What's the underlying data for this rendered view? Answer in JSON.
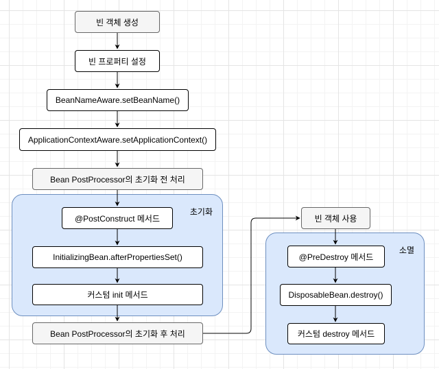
{
  "colors": {
    "group_fill": "#dae8fc",
    "group_stroke": "#6c8ebf",
    "gray_fill": "#f5f5f5",
    "white_fill": "#ffffff",
    "edge": "#000000"
  },
  "groups": {
    "init": {
      "label": "초기화"
    },
    "destroy": {
      "label": "소멸"
    }
  },
  "nodes": {
    "create": "빈 객체 생성",
    "props": "빈 프로퍼티 설정",
    "bean_name_aware": "BeanNameAware.setBeanName()",
    "app_ctx_aware": "ApplicationContextAware.setApplicationContext()",
    "pre_process": "Bean PostProcessor의 초기화 전 처리",
    "post_construct": "@PostConstruct 메서드",
    "after_props_set": "InitializingBean.afterPropertiesSet()",
    "custom_init": "커스텀 init 메서드",
    "post_process": "Bean PostProcessor의 초기화 후 처리",
    "use": "빈 객체 사용",
    "pre_destroy": "@PreDestroy 메서드",
    "disposable_destroy": "DisposableBean.destroy()",
    "custom_destroy": "커스텀 destroy 메서드"
  }
}
